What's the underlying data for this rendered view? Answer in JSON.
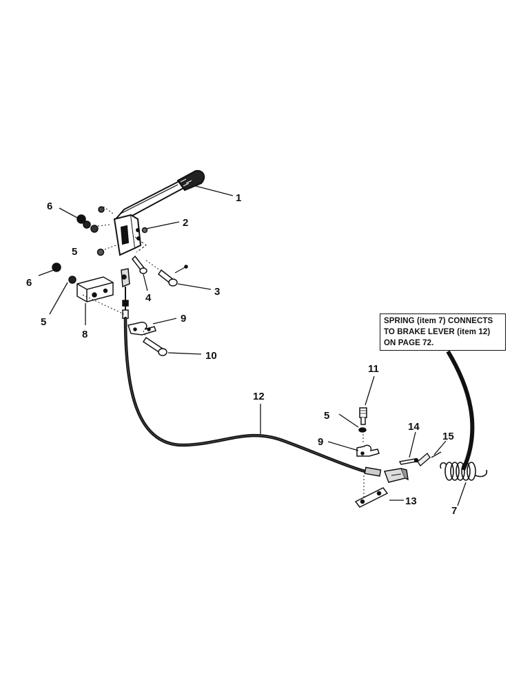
{
  "diagram": {
    "callouts": [
      {
        "id": "c1",
        "text": "1"
      },
      {
        "id": "c2",
        "text": "2"
      },
      {
        "id": "c3",
        "text": "3"
      },
      {
        "id": "c4",
        "text": "4"
      },
      {
        "id": "c5a",
        "text": "5"
      },
      {
        "id": "c5b",
        "text": "5"
      },
      {
        "id": "c5c",
        "text": "5"
      },
      {
        "id": "c6a",
        "text": "6"
      },
      {
        "id": "c6b",
        "text": "6"
      },
      {
        "id": "c7",
        "text": "7"
      },
      {
        "id": "c8",
        "text": "8"
      },
      {
        "id": "c9a",
        "text": "9"
      },
      {
        "id": "c9b",
        "text": "9"
      },
      {
        "id": "c10",
        "text": "10"
      },
      {
        "id": "c11",
        "text": "11"
      },
      {
        "id": "c12",
        "text": "12"
      },
      {
        "id": "c13",
        "text": "13"
      },
      {
        "id": "c14",
        "text": "14"
      },
      {
        "id": "c15",
        "text": "15"
      }
    ],
    "note": {
      "lines": [
        "SPRING (item 7) CONNECTS",
        "TO BRAKE LEVER (item 12)",
        "ON PAGE 72."
      ]
    }
  }
}
